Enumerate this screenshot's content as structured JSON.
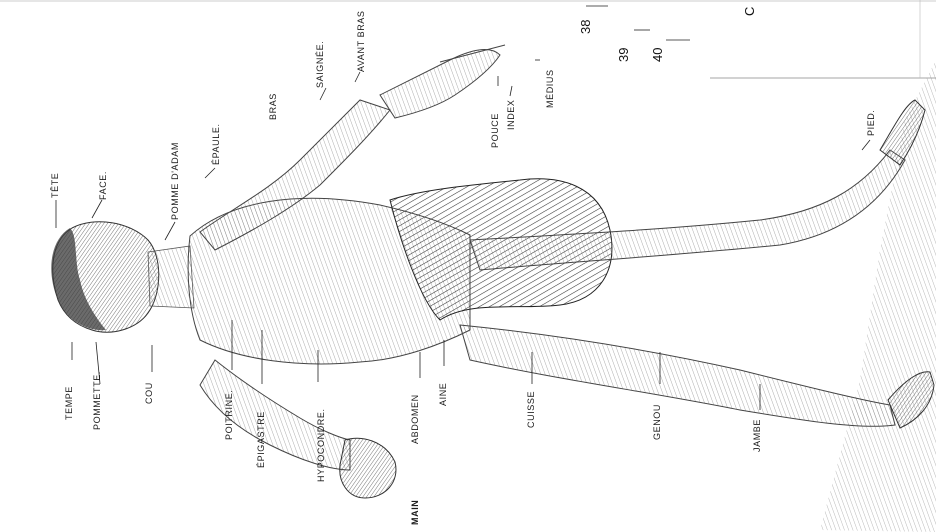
{
  "labels": {
    "tete": "TÊTE",
    "face": "FACE.",
    "pomme_d_adam": "POMME D'ADAM",
    "epaule": "ÉPAULE.",
    "bras": "BRAS",
    "saignee": "SAIGNÉE.",
    "avant_bras": "AVANT BRAS",
    "medius": "MÉDIUS",
    "index": "INDEX",
    "pouce": "POUCE",
    "pied": "PIED.",
    "tempe": "TEMPE",
    "pommette": "POMMETTE.",
    "cou": "COU",
    "poitrine": "POITRINE.",
    "epigastre": "ÉPIGASTRE",
    "hypocondre": "HYPOCONDRE.",
    "main": "MAIN",
    "abdomen": "ABDOMEN",
    "aine": "AINE",
    "cuisse": "CUISSE",
    "genou": "GENOU",
    "jambe": "JAMBE"
  },
  "margin_numbers": [
    "38",
    "39",
    "40"
  ],
  "margin_fragment": "C"
}
